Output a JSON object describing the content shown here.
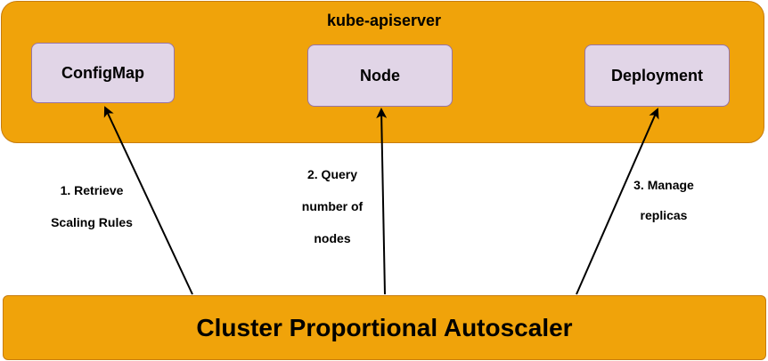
{
  "apiserver": {
    "title": "kube-apiserver"
  },
  "resources": {
    "configmap": "ConfigMap",
    "node": "Node",
    "deployment": "Deployment"
  },
  "autoscaler": {
    "title": "Cluster Proportional Autoscaler"
  },
  "edges": {
    "retrieve": {
      "line1": "1. Retrieve",
      "line2": "Scaling Rules"
    },
    "query": {
      "line1": "2. Query",
      "line2": "number of",
      "line3": "nodes"
    },
    "manage": {
      "line1": "3. Manage",
      "line2": "replicas"
    }
  },
  "colors": {
    "container_fill": "#f0a30a",
    "resource_fill": "#e1d5e7",
    "resource_border": "#9673a6"
  }
}
